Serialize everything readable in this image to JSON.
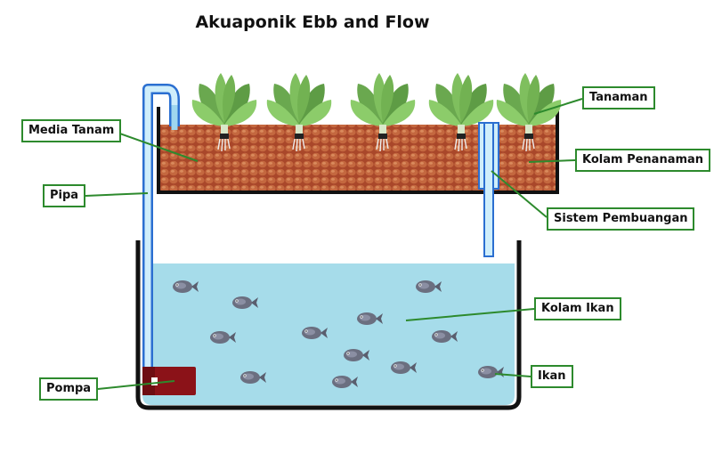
{
  "title": "Akuaponik Ebb and Flow",
  "labels": {
    "tanaman": "Tanaman",
    "media_tanam": "Media Tanam",
    "kolam_penanaman": "Kolam Penanaman",
    "pipa": "Pipa",
    "sistem_pembuangan": "Sistem Pembuangan",
    "kolam_ikan": "Kolam Ikan",
    "pompa": "Pompa",
    "ikan": "Ikan"
  },
  "colors": {
    "label_border": "#2d8a2d",
    "leader_line": "#2d8a2d",
    "grow_media": "#b4532f",
    "water": "#a6dcea",
    "pipe": "#9fd6ee",
    "pump": "#8b1218",
    "leaf": "#6aa84f",
    "fish": "#6b6f80"
  }
}
